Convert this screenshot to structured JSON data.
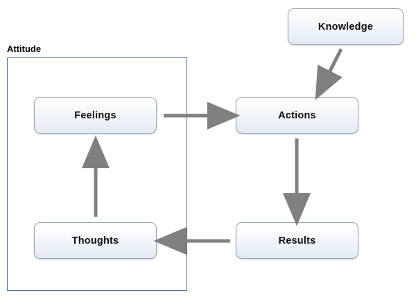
{
  "diagram": {
    "title_label": "Attitude",
    "nodes": [
      {
        "id": "knowledge",
        "label": "Knowledge"
      },
      {
        "id": "feelings",
        "label": "Feelings"
      },
      {
        "id": "actions",
        "label": "Actions"
      },
      {
        "id": "thoughts",
        "label": "Thoughts"
      },
      {
        "id": "results",
        "label": "Results"
      }
    ],
    "colors": {
      "group_border": "#4a6fa5",
      "node_border": "#9aa5b1",
      "node_fill_top": "#ffffff",
      "node_fill_bottom": "#e3eaf3",
      "arrow": "#808080",
      "text": "#000000"
    },
    "arrows": [
      {
        "id": "feelings-to-actions",
        "from": "feelings",
        "to": "actions"
      },
      {
        "id": "knowledge-to-actions",
        "from": "knowledge",
        "to": "actions"
      },
      {
        "id": "actions-to-results",
        "from": "actions",
        "to": "results"
      },
      {
        "id": "results-to-thoughts",
        "from": "results",
        "to": "thoughts"
      },
      {
        "id": "thoughts-to-feelings",
        "from": "thoughts",
        "to": "feelings"
      }
    ]
  }
}
